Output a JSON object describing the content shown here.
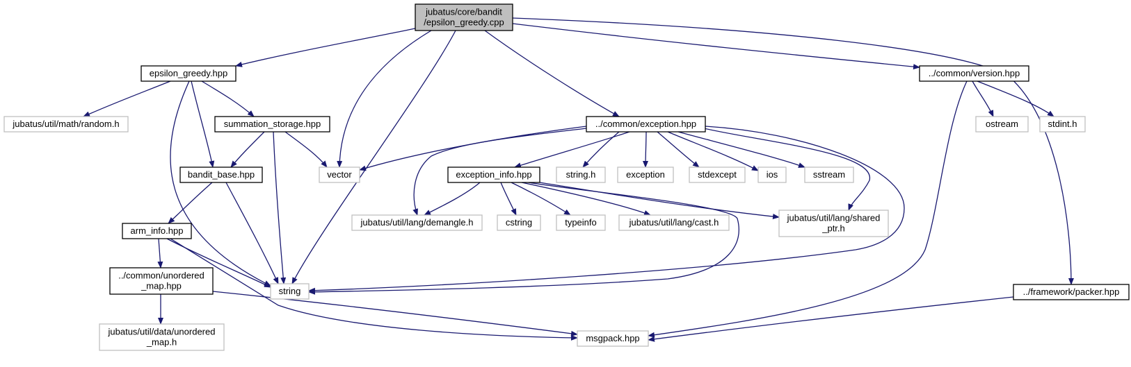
{
  "colors": {
    "edge": "#191970",
    "root_fill": "#bfbfbf",
    "documented_border": "#000000",
    "external_border": "#bfbfbf",
    "text": "#000000",
    "background": "#ffffff"
  },
  "nodes": [
    {
      "id": "n0",
      "kind": "root",
      "lines": [
        "jubatus/core/bandit",
        "/epsilon_greedy.cpp"
      ]
    },
    {
      "id": "n1",
      "kind": "documented",
      "lines": [
        "epsilon_greedy.hpp"
      ]
    },
    {
      "id": "n2",
      "kind": "external",
      "lines": [
        "vector"
      ]
    },
    {
      "id": "n3",
      "kind": "external",
      "lines": [
        "string"
      ]
    },
    {
      "id": "n4",
      "kind": "documented",
      "lines": [
        "../common/exception.hpp"
      ]
    },
    {
      "id": "n5",
      "kind": "documented",
      "lines": [
        "../common/version.hpp"
      ]
    },
    {
      "id": "n6",
      "kind": "documented",
      "lines": [
        "../framework/packer.hpp"
      ]
    },
    {
      "id": "n7",
      "kind": "external",
      "lines": [
        "jubatus/util/math/random.h"
      ]
    },
    {
      "id": "n8",
      "kind": "documented",
      "lines": [
        "summation_storage.hpp"
      ]
    },
    {
      "id": "n9",
      "kind": "documented",
      "lines": [
        "bandit_base.hpp"
      ]
    },
    {
      "id": "n10",
      "kind": "documented",
      "lines": [
        "arm_info.hpp"
      ]
    },
    {
      "id": "n11",
      "kind": "documented",
      "lines": [
        "../common/unordered",
        "_map.hpp"
      ]
    },
    {
      "id": "n12",
      "kind": "external",
      "lines": [
        "jubatus/util/data/unordered",
        "_map.h"
      ]
    },
    {
      "id": "n13",
      "kind": "external",
      "lines": [
        "msgpack.hpp"
      ]
    },
    {
      "id": "n14",
      "kind": "documented",
      "lines": [
        "exception_info.hpp"
      ]
    },
    {
      "id": "n15",
      "kind": "external",
      "lines": [
        "string.h"
      ]
    },
    {
      "id": "n16",
      "kind": "external",
      "lines": [
        "exception"
      ]
    },
    {
      "id": "n17",
      "kind": "external",
      "lines": [
        "stdexcept"
      ]
    },
    {
      "id": "n18",
      "kind": "external",
      "lines": [
        "ios"
      ]
    },
    {
      "id": "n19",
      "kind": "external",
      "lines": [
        "sstream"
      ]
    },
    {
      "id": "n20",
      "kind": "external",
      "lines": [
        "jubatus/util/lang/demangle.h"
      ]
    },
    {
      "id": "n21",
      "kind": "external",
      "lines": [
        "cstring"
      ]
    },
    {
      "id": "n22",
      "kind": "external",
      "lines": [
        "typeinfo"
      ]
    },
    {
      "id": "n23",
      "kind": "external",
      "lines": [
        "jubatus/util/lang/cast.h"
      ]
    },
    {
      "id": "n24",
      "kind": "external",
      "lines": [
        "jubatus/util/lang/shared",
        "_ptr.h"
      ]
    },
    {
      "id": "n25",
      "kind": "external",
      "lines": [
        "ostream"
      ]
    },
    {
      "id": "n26",
      "kind": "external",
      "lines": [
        "stdint.h"
      ]
    }
  ],
  "edges": [
    {
      "from": "n0",
      "to": "n1"
    },
    {
      "from": "n0",
      "to": "n2"
    },
    {
      "from": "n0",
      "to": "n3"
    },
    {
      "from": "n0",
      "to": "n4"
    },
    {
      "from": "n0",
      "to": "n5"
    },
    {
      "from": "n0",
      "to": "n6"
    },
    {
      "from": "n1",
      "to": "n7"
    },
    {
      "from": "n1",
      "to": "n8"
    },
    {
      "from": "n1",
      "to": "n9"
    },
    {
      "from": "n1",
      "to": "n3"
    },
    {
      "from": "n8",
      "to": "n9"
    },
    {
      "from": "n8",
      "to": "n2"
    },
    {
      "from": "n8",
      "to": "n3"
    },
    {
      "from": "n9",
      "to": "n10"
    },
    {
      "from": "n9",
      "to": "n3"
    },
    {
      "from": "n10",
      "to": "n11"
    },
    {
      "from": "n10",
      "to": "n3"
    },
    {
      "from": "n10",
      "to": "n13"
    },
    {
      "from": "n11",
      "to": "n12"
    },
    {
      "from": "n11",
      "to": "n13"
    },
    {
      "from": "n4",
      "to": "n2"
    },
    {
      "from": "n4",
      "to": "n14"
    },
    {
      "from": "n4",
      "to": "n15"
    },
    {
      "from": "n4",
      "to": "n16"
    },
    {
      "from": "n4",
      "to": "n17"
    },
    {
      "from": "n4",
      "to": "n18"
    },
    {
      "from": "n4",
      "to": "n19"
    },
    {
      "from": "n4",
      "to": "n20"
    },
    {
      "from": "n4",
      "to": "n24"
    },
    {
      "from": "n4",
      "to": "n3"
    },
    {
      "from": "n14",
      "to": "n20"
    },
    {
      "from": "n14",
      "to": "n21"
    },
    {
      "from": "n14",
      "to": "n22"
    },
    {
      "from": "n14",
      "to": "n23"
    },
    {
      "from": "n14",
      "to": "n24"
    },
    {
      "from": "n14",
      "to": "n3"
    },
    {
      "from": "n5",
      "to": "n25"
    },
    {
      "from": "n5",
      "to": "n26"
    },
    {
      "from": "n5",
      "to": "n13"
    },
    {
      "from": "n6",
      "to": "n13"
    }
  ]
}
